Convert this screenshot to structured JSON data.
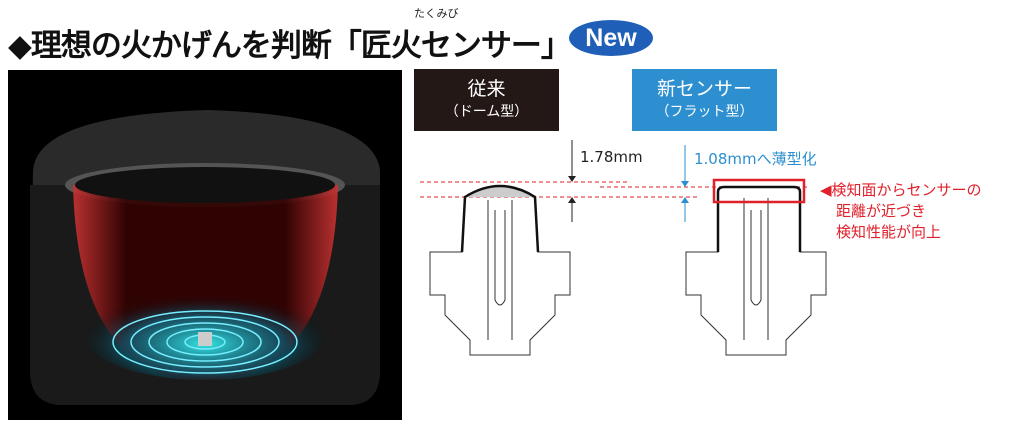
{
  "title": {
    "text": "◆理想の火かげんを判断「匠火センサー」",
    "ruby": "たくみび",
    "badge": "New"
  },
  "columns": [
    {
      "heading": "従来",
      "subheading": "（ドーム型）",
      "measurement": "1.78mm"
    },
    {
      "heading": "新センサー",
      "subheading": "（フラット型）",
      "measurement": "1.08mmへ薄型化"
    }
  ],
  "note": {
    "lines": [
      "◀検知面からセンサーの",
      "距離が近づき",
      "検知性能が向上"
    ]
  },
  "colors": {
    "accent_blue": "#2d8fd0",
    "accent_red": "#e0212b",
    "badge": "#1f5fb8",
    "dark": "#231815"
  }
}
